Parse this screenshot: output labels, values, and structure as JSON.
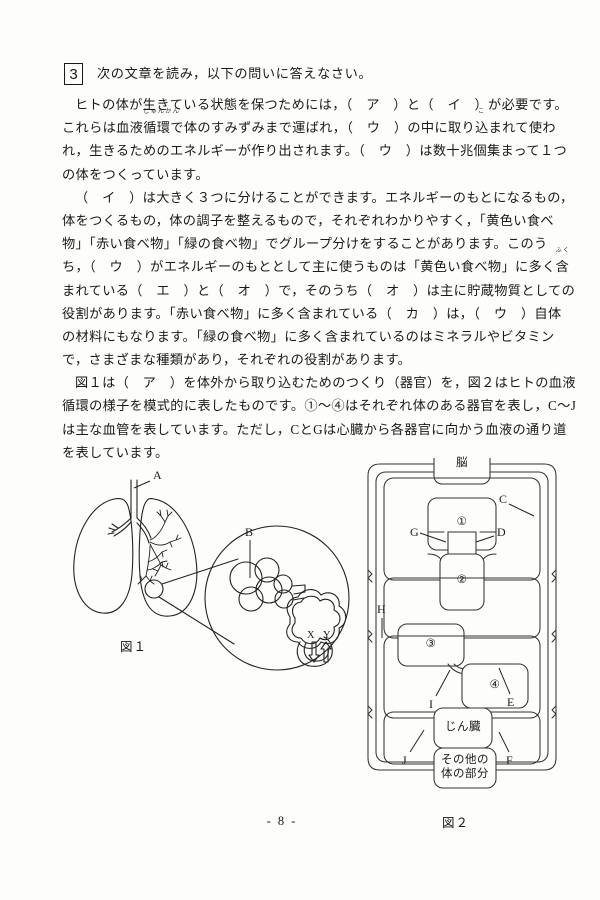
{
  "page": {
    "number_label": "- 8 -",
    "question_number": "3",
    "question_prompt": "次の文章を読み，以下の問いに答えなさい。"
  },
  "passage": {
    "lines": [
      "ヒトの体が生きている状態を保つためには，（　ア　）と（　イ　）が必要です。",
      "これらは血液循環で体のすみずみまで運ばれ，（　ウ　）の中に取り込まれて使わ",
      "れ，生きるためのエネルギーが作り出されます。（　ウ　）は数十兆個集まって１つ",
      "の体をつくっています。",
      "（　イ　）は大きく３つに分けることができます。エネルギーのもとになるもの，",
      "体をつくるもの，体の調子を整えるもので，それぞれわかりやすく，「黄色い食べ",
      "物」「赤い食べ物」「緑の食べ物」でグループ分けをすることがあります。このう",
      "ち，（　ウ　）がエネルギーのもととして主に使うものは「黄色い食べ物」に多く含",
      "まれている（　エ　）と（　オ　）で，そのうち（　オ　）は主に貯蔵物質としての",
      "役割があります。「赤い食べ物」に多く含まれている（　カ　）は，（　ウ　）自体",
      "の材料にもなります。「緑の食べ物」に多く含まれているのはミネラルやビタミン",
      "で，さまざまな種類があり，それぞれの役割があります。",
      "図１は（　ア　）を体外から取り込むためのつくり（器官）を，図２はヒトの血液",
      "循環の様子を模式的に表したものです。①～④はそれぞれ体のある器官を表し，C～J",
      "は主な血管を表しています。ただし，CとGは心臓から各器官に向かう血液の通り道",
      "を表しています。"
    ],
    "indent_flags": [
      true,
      false,
      false,
      false,
      true,
      false,
      false,
      false,
      false,
      false,
      false,
      false,
      true,
      false,
      false,
      false
    ],
    "furigana": [
      {
        "line": 1,
        "base": "循環",
        "marks": "じゅんかん"
      },
      {
        "line": 1,
        "base": "込",
        "marks": "こ"
      },
      {
        "line": 7,
        "base": "含",
        "marks": "ふく"
      }
    ]
  },
  "figure1": {
    "caption": "図１",
    "labels": [
      {
        "id": "A",
        "text": "A"
      },
      {
        "id": "B",
        "text": "B"
      },
      {
        "id": "X",
        "text": "X"
      },
      {
        "id": "Y",
        "text": "Y"
      }
    ]
  },
  "figure2": {
    "caption": "図２",
    "organ_boxes": [
      {
        "id": "brain",
        "text": "脳"
      },
      {
        "id": "organ1",
        "text": "①"
      },
      {
        "id": "organ2",
        "text": "②"
      },
      {
        "id": "organ3",
        "text": "③"
      },
      {
        "id": "organ4",
        "text": "④"
      },
      {
        "id": "kidney",
        "text": "じん臓"
      },
      {
        "id": "other",
        "line1": "その他の",
        "line2": "体の部分"
      }
    ],
    "vessel_labels": [
      {
        "id": "C",
        "text": "C"
      },
      {
        "id": "D",
        "text": "D"
      },
      {
        "id": "E",
        "text": "E"
      },
      {
        "id": "F",
        "text": "F"
      },
      {
        "id": "G",
        "text": "G"
      },
      {
        "id": "H",
        "text": "H"
      },
      {
        "id": "I",
        "text": "I"
      },
      {
        "id": "J",
        "text": "J"
      }
    ]
  },
  "colors": {
    "ink": "#1a1a1a",
    "line": "#333333",
    "paper": "#fdfdfb"
  }
}
